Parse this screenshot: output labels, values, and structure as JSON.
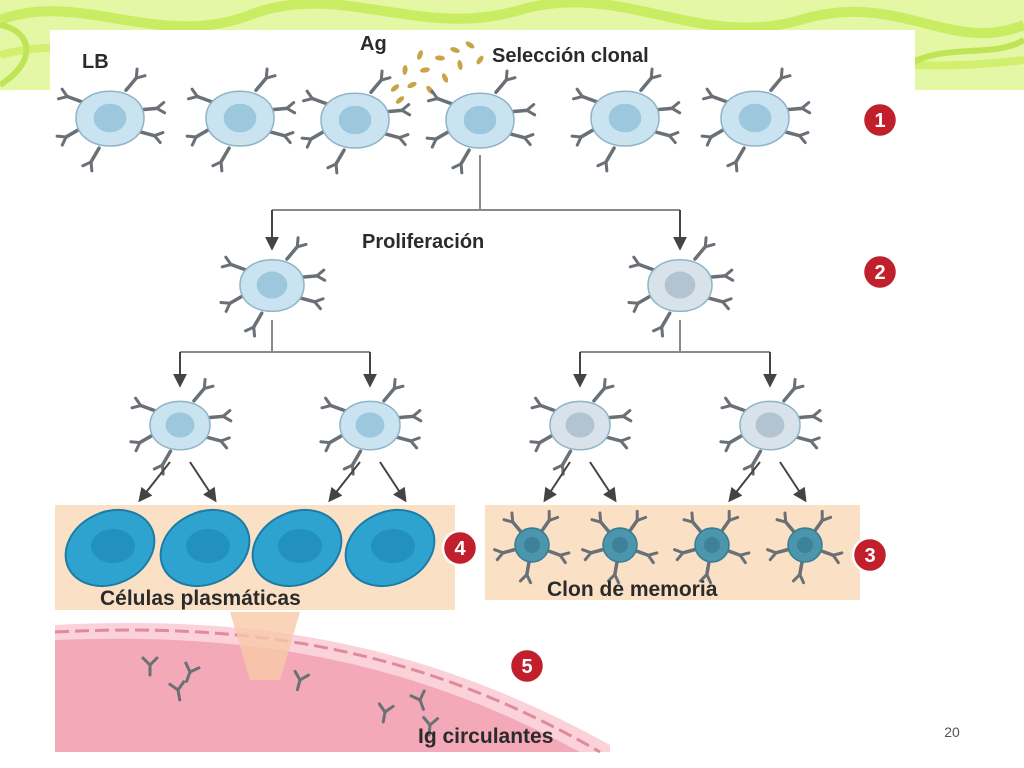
{
  "slide": {
    "page_number": "20",
    "colors": {
      "background_swirl": "#d9f57a",
      "swirl_dark": "#b8e04a"
    }
  },
  "diagram": {
    "labels": {
      "lb": "LB",
      "ag": "Ag",
      "clonal_selection": "Selección clonal",
      "proliferation": "Proliferación",
      "plasma_cells": "Células plasmáticas",
      "memory_clone": "Clon de memoria",
      "circulating_ig": "Ig circulantes"
    },
    "badges": [
      "1",
      "2",
      "3",
      "4",
      "5"
    ],
    "colors": {
      "b_cell": "#c9e3f1",
      "b_cell_nucleus": "#9cc7dd",
      "memory_lineage_cell": "#d7e2ea",
      "memory_lineage_nucleus": "#b2c4d1",
      "plasma_cell": "#2fa3cf",
      "plasma_nucleus": "#1b86b4",
      "memory_cell": "#4b95ad",
      "receptor": "#6a7076",
      "antigen": "#c9a24a",
      "badge": "#c11f2c",
      "band": "#fae1c6",
      "vessel": "#f3a9b7",
      "vessel_light": "#fbd2da",
      "arrow": "#444444"
    },
    "icons": [
      "b-cell-icon",
      "plasma-cell-icon",
      "memory-cell-icon",
      "antibody-icon",
      "antigen-icon"
    ]
  }
}
